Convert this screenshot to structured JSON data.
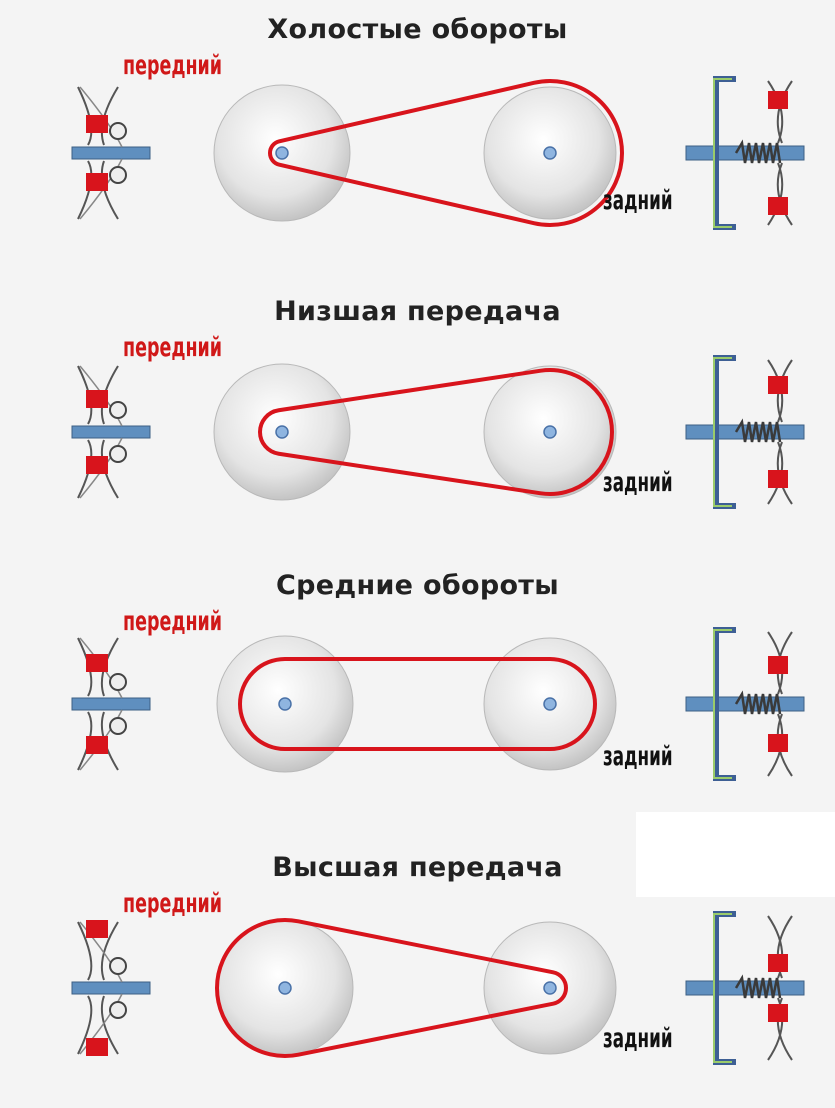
{
  "panels": [
    {
      "title": "Холостые обороты",
      "front_label": "передний",
      "rear_label": "задний",
      "state": "idle"
    },
    {
      "title": "Низшая передача",
      "front_label": "передний",
      "rear_label": "задний",
      "state": "low"
    },
    {
      "title": "Средние обороты",
      "front_label": "передний",
      "rear_label": "задний",
      "state": "mid"
    },
    {
      "title": "Высшая передача",
      "front_label": "передний",
      "rear_label": "задний",
      "state": "high"
    }
  ],
  "colors": {
    "belt": "#d8141c",
    "pulley": "#dcdcdc",
    "shaft": "#5f8fbf",
    "rear_bracket": "#3d5f94",
    "spring": "#3a3a3a",
    "front_label": "#d01818",
    "rear_label": "#111111"
  }
}
